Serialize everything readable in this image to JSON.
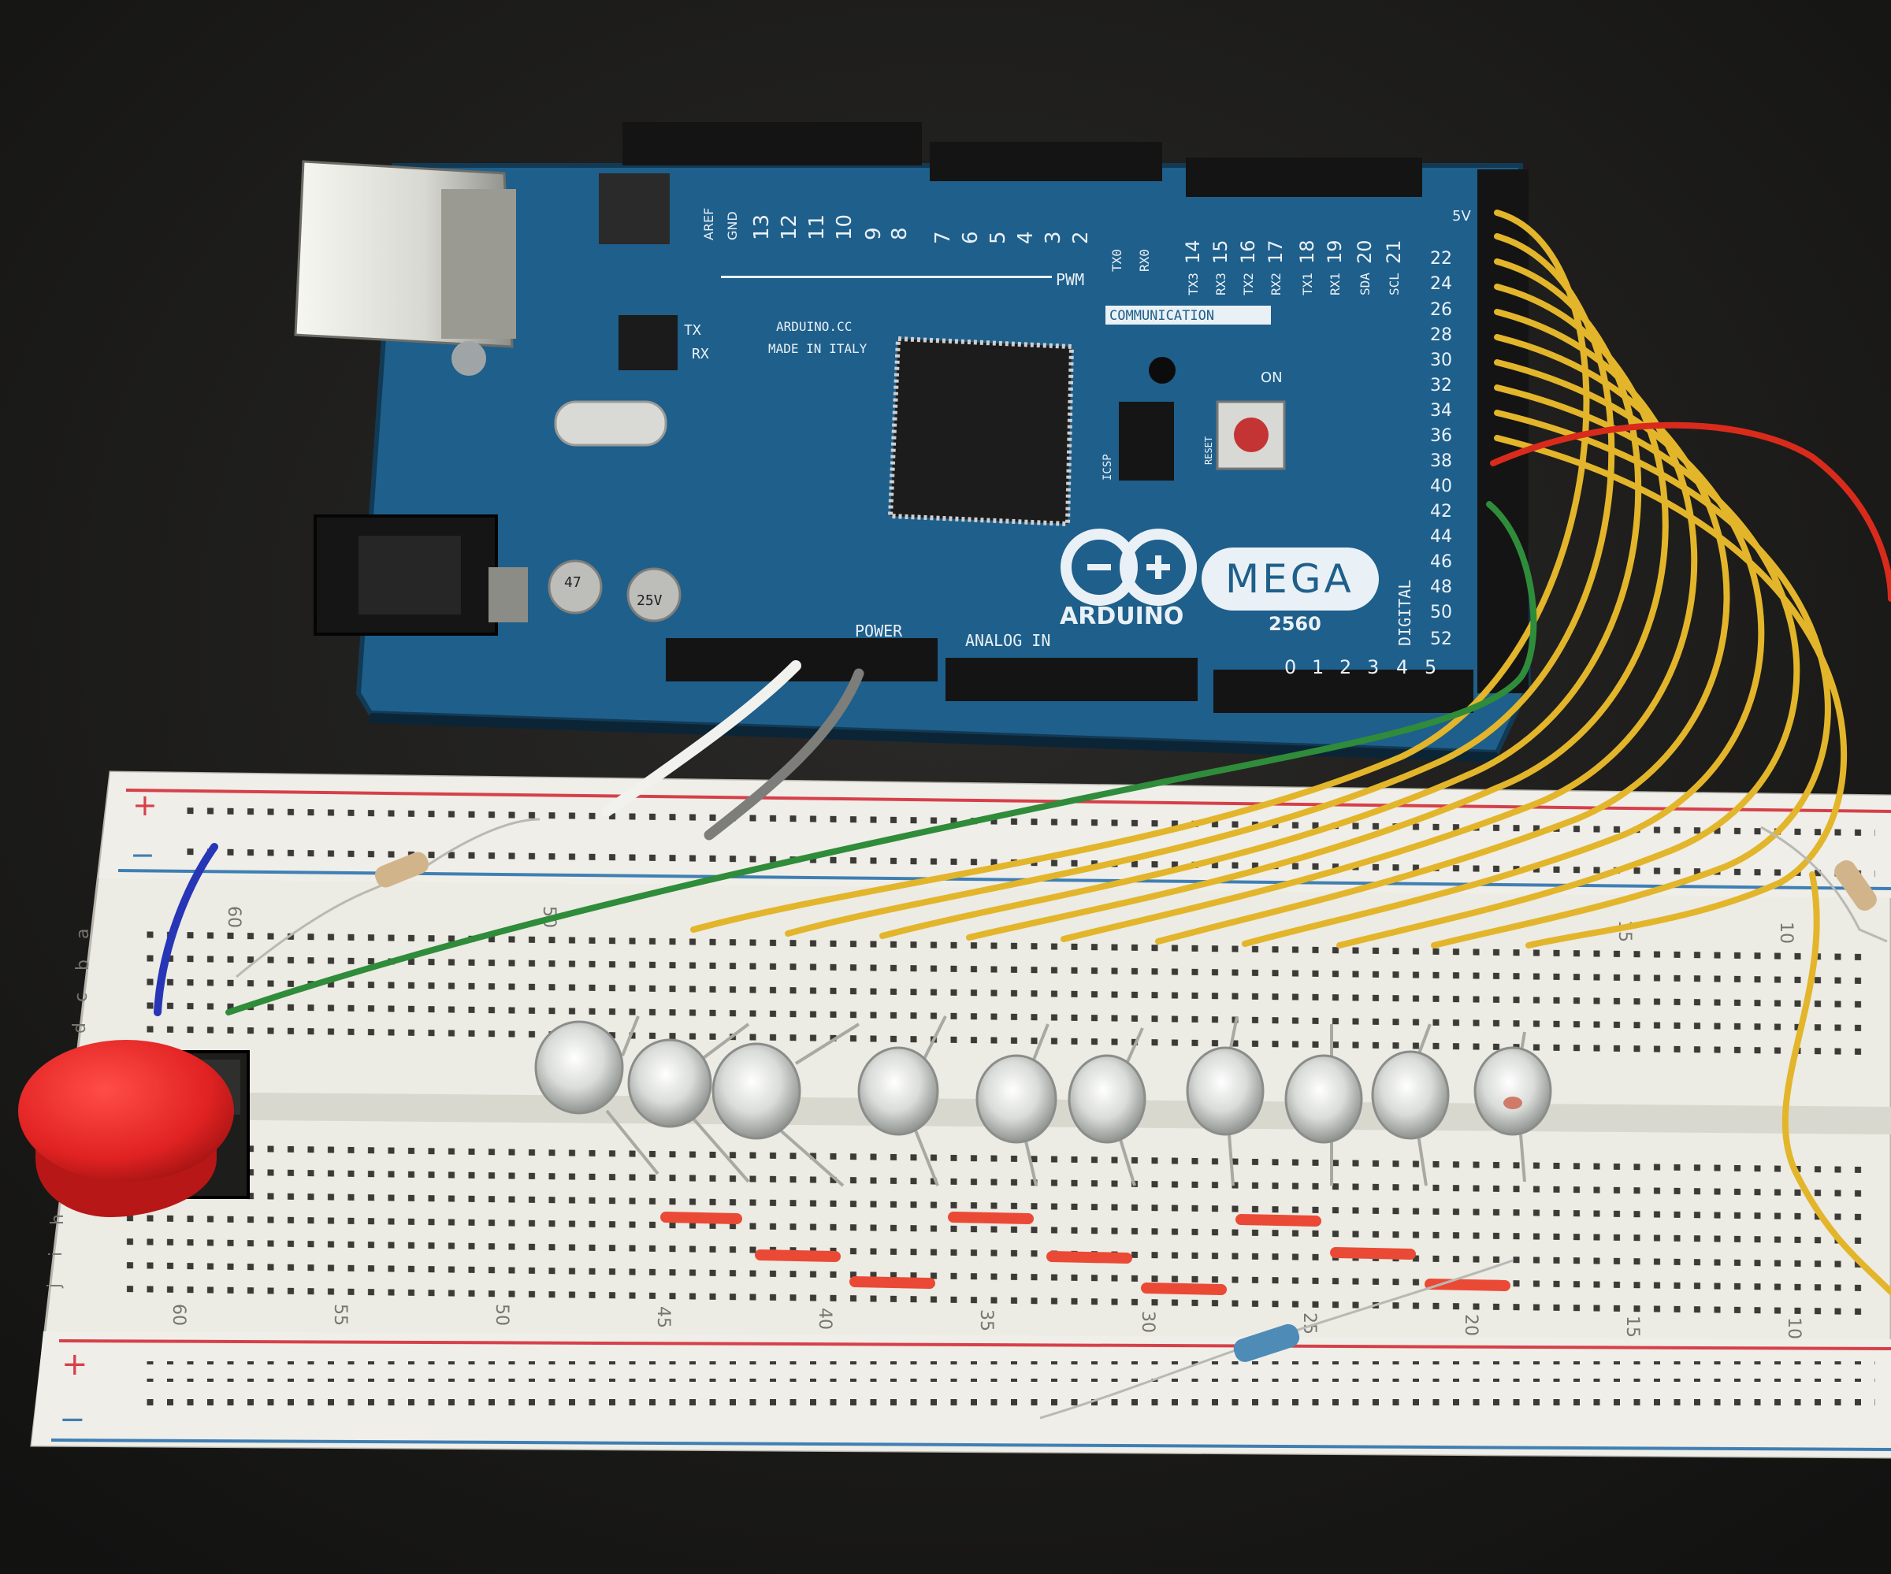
{
  "colors": {
    "table": "#1c1c1b",
    "board": "#1f5f8b",
    "board_dark": "#174a6e",
    "silk": "#e9f1f6",
    "breadboard": "#ecebe4",
    "rail_red": "#d6404a",
    "rail_blue": "#3f7fb3",
    "wire_yellow": "#e3b52a",
    "wire_green": "#2f8c3a",
    "wire_red": "#d92b1c",
    "wire_blue": "#2636b6",
    "jumper_red": "#ea4a35",
    "button_red": "#e52a2a"
  },
  "arduino": {
    "brand": "ARDUINO",
    "model": "MEGA",
    "number": "2560",
    "digital_label": "DIGITAL",
    "power_label": "POWER",
    "analog_label": "ANALOG IN",
    "pwm_label": "PWM",
    "comm_label": "COMMUNICATION",
    "on_label": "ON",
    "reset_label": "RESET",
    "icsp_label": "ICSP",
    "made_in": "MADE IN ITALY",
    "site": "ARDUINO.CC",
    "aref": "AREF",
    "gnd": "GND",
    "tx": "TX",
    "rx": "RX",
    "five_v": "5V",
    "pwm_pins": [
      "13",
      "12",
      "11",
      "10",
      "9",
      "8",
      "7",
      "6",
      "5",
      "4",
      "3",
      "2"
    ],
    "comm_pins": [
      "TX0",
      "RX0",
      "TX3",
      "14",
      "RX3",
      "15",
      "TX2",
      "16",
      "RX2",
      "17",
      "TX1",
      "18",
      "RX1",
      "19",
      "SDA",
      "20",
      "SCL",
      "21"
    ],
    "digital_pins": [
      "22",
      "24",
      "26",
      "28",
      "30",
      "32",
      "34",
      "36",
      "38",
      "40",
      "42",
      "44",
      "46",
      "48",
      "50",
      "52"
    ],
    "analog_pins": [
      "0",
      "1",
      "2",
      "3",
      "4",
      "5"
    ],
    "cap_labels": [
      "47",
      "25V"
    ]
  },
  "breadboard": {
    "plus": "+",
    "minus": "−",
    "row_letters_top": [
      "a",
      "b",
      "c",
      "d"
    ],
    "row_letters_bottom": [
      "h",
      "i",
      "j"
    ],
    "column_numbers_top": [
      "60",
      "50",
      "15",
      "10"
    ],
    "column_numbers_bottom": [
      "60",
      "55",
      "50",
      "45",
      "40",
      "35",
      "30",
      "25",
      "20",
      "15",
      "10"
    ]
  }
}
